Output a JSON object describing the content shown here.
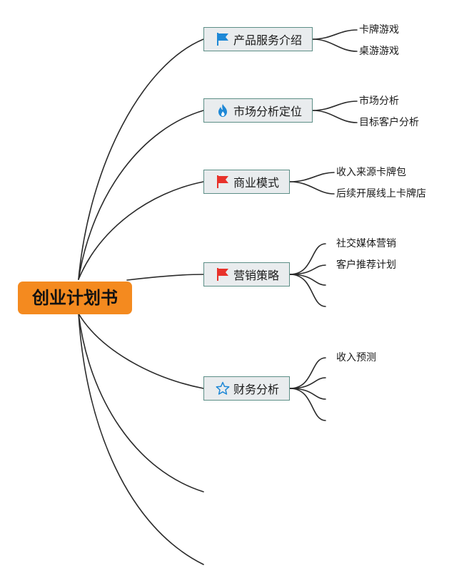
{
  "root": {
    "label": "创业计划书"
  },
  "topics": [
    {
      "id": "product",
      "label": "产品服务介绍",
      "icon": "blue-flag-icon",
      "children": [
        "卡牌游戏",
        "桌游游戏"
      ]
    },
    {
      "id": "market",
      "label": "市场分析定位",
      "icon": "fire-icon",
      "children": [
        "市场分析",
        "目标客户分析"
      ]
    },
    {
      "id": "business",
      "label": "商业模式",
      "icon": "red-flag-icon",
      "children": [
        "收入来源卡牌包",
        "后续开展线上卡牌店"
      ]
    },
    {
      "id": "marketing",
      "label": "营销策略",
      "icon": "red-flag-icon",
      "children": [
        "社交媒体营销",
        "客户推荐计划",
        "",
        ""
      ]
    },
    {
      "id": "finance",
      "label": "财务分析",
      "icon": "star-icon",
      "children": [
        "收入预测",
        "",
        "",
        ""
      ]
    }
  ],
  "colors": {
    "root_fill": "#f48a1f",
    "topic_fill": "#e9ecee",
    "topic_border": "#5c8e86",
    "line": "#2b2b2b",
    "blue_flag": "#1e88d6",
    "red_flag": "#e8312a",
    "fire": "#1e88d6",
    "star": "#1e88d6"
  }
}
